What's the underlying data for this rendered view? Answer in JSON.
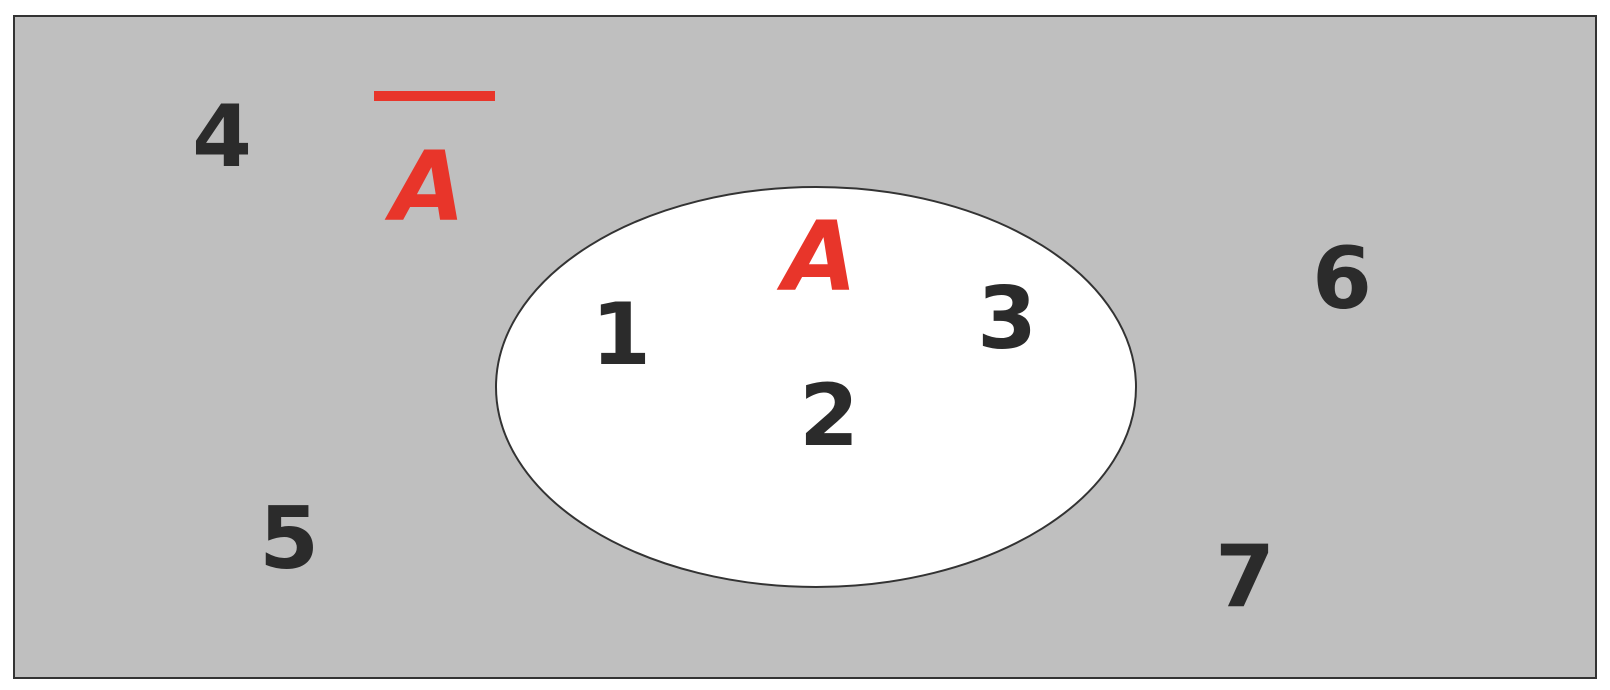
{
  "colors": {
    "universe_fill": "#bfbfbf",
    "set_fill": "#ffffff",
    "border": "#333333",
    "label_red": "#e8352a",
    "number_text": "#2b2b2b"
  },
  "labels": {
    "complement": "A",
    "set": "A"
  },
  "elements": {
    "e1": "1",
    "e2": "2",
    "e3": "3",
    "e4": "4",
    "e5": "5",
    "e6": "6",
    "e7": "7"
  }
}
